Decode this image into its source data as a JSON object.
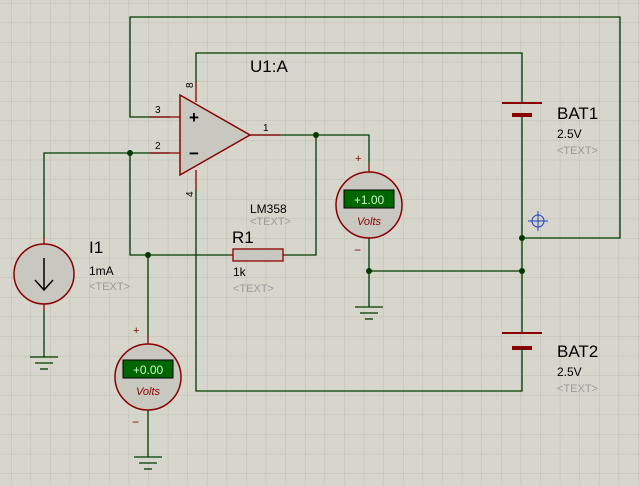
{
  "colors": {
    "background": "#d6d6cc",
    "grid": "#bebeb4",
    "wire": "#003a00",
    "component": "#8b0000",
    "label": "#000000",
    "placeholder": "#9a9a9a",
    "meter_display": "#006600",
    "meter_text": "#c8ffc8",
    "meter_fill": "#c8c8c0",
    "cursor": "#2040c0"
  },
  "opamp": {
    "name": "U1:A",
    "model": "LM358",
    "text_placeholder": "<TEXT>",
    "pins": {
      "in_plus": "3",
      "in_minus": "2",
      "output": "1",
      "v_plus": "8",
      "v_minus": "4"
    },
    "plus_symbol": "+",
    "minus_symbol": "−"
  },
  "resistor": {
    "name": "R1",
    "value": "1k",
    "text_placeholder": "<TEXT>"
  },
  "current_source": {
    "name": "I1",
    "value": "1mA",
    "text_placeholder": "<TEXT>"
  },
  "battery1": {
    "name": "BAT1",
    "value": "2.5V",
    "text_placeholder": "<TEXT>"
  },
  "battery2": {
    "name": "BAT2",
    "value": "2.5V",
    "text_placeholder": "<TEXT>"
  },
  "voltmeter_out": {
    "reading": "+1.00",
    "unit": "Volts",
    "plus": "+",
    "minus": "−"
  },
  "voltmeter_in": {
    "reading": "+0.00",
    "unit": "Volts",
    "plus": "+",
    "minus": "−"
  },
  "cursor_icon": "crosshair-cursor-icon"
}
